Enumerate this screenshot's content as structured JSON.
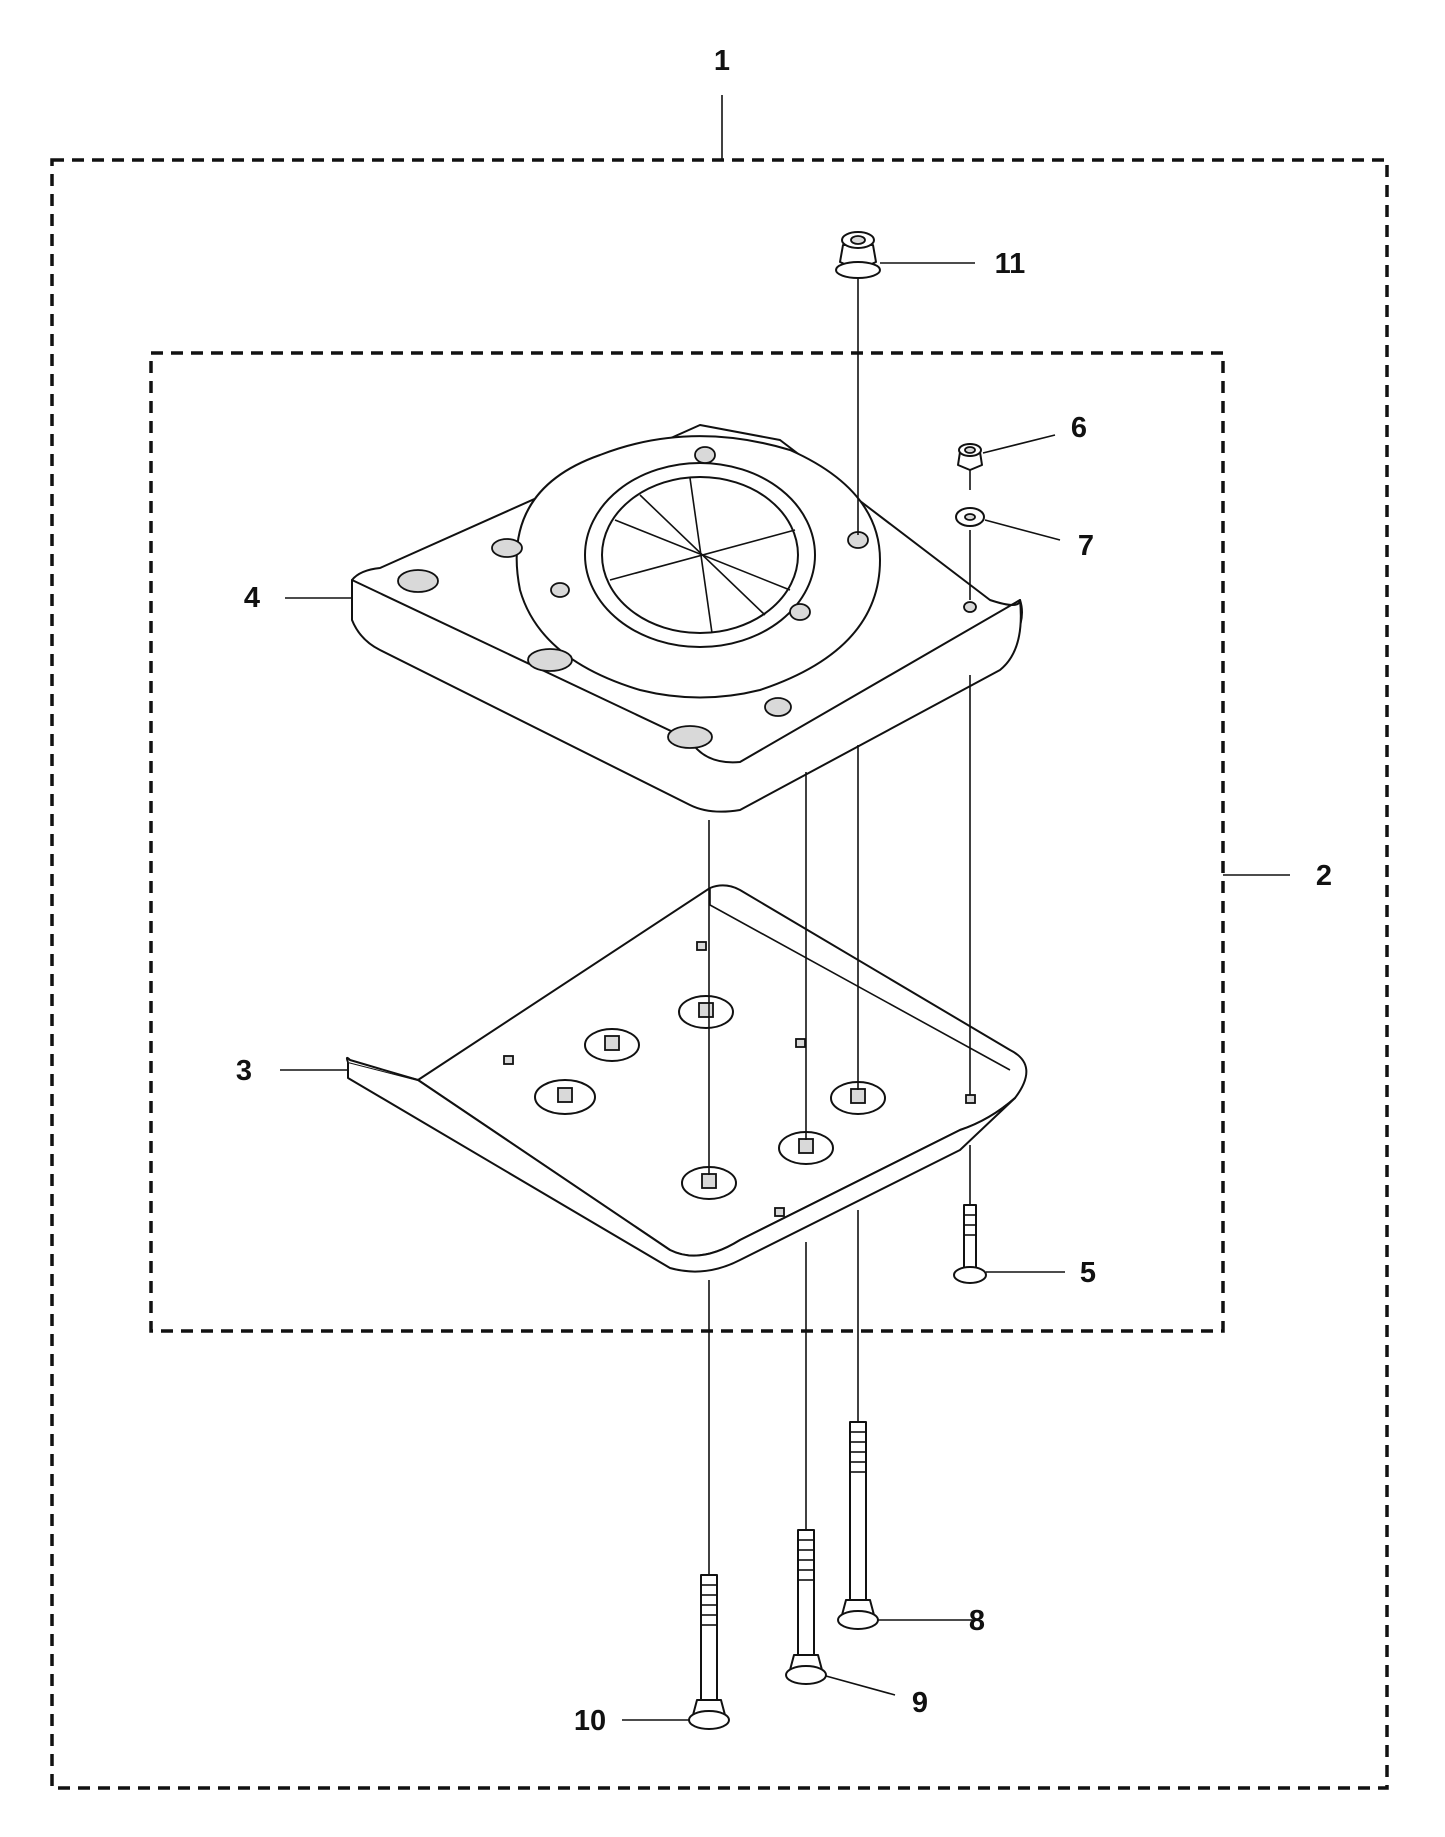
{
  "callouts": {
    "c1": "1",
    "c2": "2",
    "c3": "3",
    "c4": "4",
    "c5": "5",
    "c6": "6",
    "c7": "7",
    "c8": "8",
    "c9": "9",
    "c10": "10",
    "c11": "11"
  },
  "colors": {
    "line": "#111111",
    "background": "#ffffff",
    "shade": "#d9d9d9"
  }
}
